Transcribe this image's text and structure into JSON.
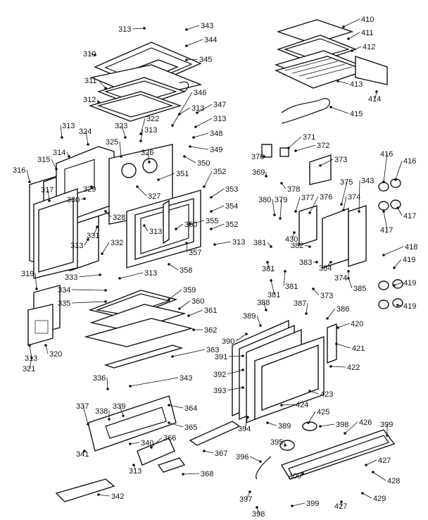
{
  "labels": [
    "313",
    "343",
    "344",
    "310",
    "345",
    "311",
    "312",
    "346",
    "347",
    "313",
    "313",
    "322",
    "323",
    "313",
    "348",
    "349",
    "350",
    "324",
    "325",
    "326",
    "313",
    "314",
    "315",
    "316",
    "351",
    "352",
    "353",
    "354",
    "317",
    "329",
    "330",
    "327",
    "328",
    "331",
    "313",
    "332",
    "355",
    "352",
    "313",
    "350",
    "313",
    "357",
    "358",
    "313",
    "333",
    "319",
    "334",
    "335",
    "359",
    "360",
    "361",
    "362",
    "363",
    "343",
    "320",
    "321",
    "313",
    "336",
    "337",
    "338",
    "339",
    "364",
    "365",
    "366",
    "340",
    "341",
    "313",
    "367",
    "368",
    "342",
    "410",
    "411",
    "412",
    "413",
    "414",
    "415",
    "371",
    "372",
    "370",
    "373",
    "369",
    "378",
    "416",
    "416",
    "375",
    "343",
    "374",
    "380",
    "379",
    "377",
    "376",
    "417",
    "417",
    "430",
    "381",
    "382",
    "383",
    "384",
    "374",
    "418",
    "419",
    "385",
    "381",
    "381",
    "381",
    "373",
    "419",
    "419",
    "388",
    "387",
    "386",
    "389",
    "420",
    "390",
    "391",
    "421",
    "422",
    "392",
    "393",
    "423",
    "424",
    "394",
    "389",
    "425",
    "398",
    "426",
    "399",
    "395",
    "396",
    "427",
    "400",
    "428",
    "397",
    "398",
    "399",
    "429",
    "427"
  ]
}
